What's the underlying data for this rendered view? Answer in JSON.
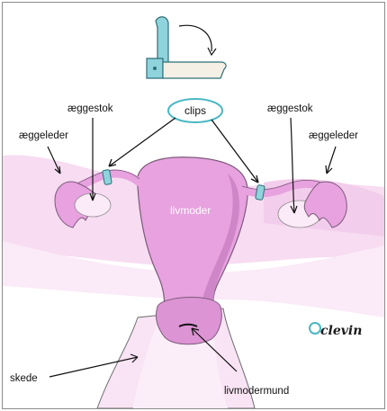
{
  "diagram": {
    "labels": {
      "clips": "clips",
      "ovary_left": "æggestok",
      "ovary_right": "æggestok",
      "tube_left": "æggeleder",
      "tube_right": "æggeleder",
      "uterus": "livmoder",
      "vagina": "skede",
      "cervix": "livmodermund"
    },
    "signature": "clevin",
    "colors": {
      "uterus": "#e7a2df",
      "uterus_dark": "#cc7fc6",
      "tissue": "#f6daf0",
      "tissue_light": "#fbeaf7",
      "clip_body": "#8fd3dc",
      "clip_dark": "#3b8e9a",
      "clips_oval": "#49b8c4"
    }
  }
}
